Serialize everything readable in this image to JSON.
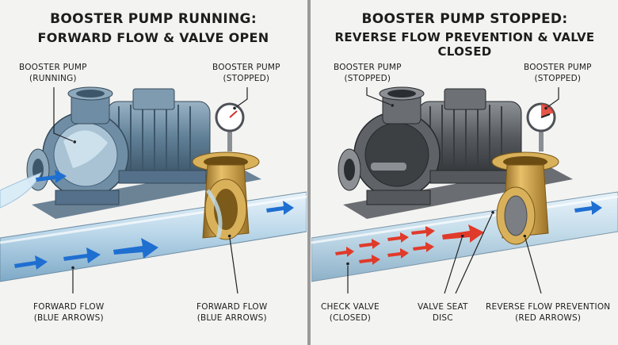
{
  "left": {
    "title_line1": "BOOSTER PUMP RUNNING:",
    "title_line2": "FORWARD FLOW & VALVE OPEN",
    "label_pump_name": "BOOSTER PUMP",
    "label_pump_state": "(RUNNING)",
    "label_gauge_name": "BOOSTER PUMP",
    "label_gauge_state": "(STOPPED)",
    "label_flow_left_1": "FORWARD FLOW",
    "label_flow_left_2": "(BLUE ARROWS)",
    "label_flow_right_1": "FORWARD FLOW",
    "label_flow_right_2": "(BLUE ARROWS)"
  },
  "right": {
    "title_line1": "BOOSTER PUMP STOPPED:",
    "title_line2": "REVERSE FLOW PREVENTION & VALVE CLOSED",
    "label_pump_name": "BOOSTER PUMP",
    "label_pump_state": "(STOPPED)",
    "label_gauge_name": "BOOSTER PUMP",
    "label_gauge_state": "(STOPPED)",
    "label_check_1": "CHECK VALVE",
    "label_check_2": "(CLOSED)",
    "label_seat_1": "VALVE SEAT",
    "label_seat_2": "DISC",
    "label_reverse_1": "REVERSE FLOW PREVENTION",
    "label_reverse_2": "(RED ARROWS)"
  },
  "colors": {
    "forward_arrow": "#1f6fd1",
    "reverse_arrow": "#e03a2a",
    "pump_blue": "#5f7f96",
    "pump_gray": "#5b5f63",
    "brass": "#c79a3a",
    "pipe": "#bcd8ea"
  },
  "icons": [
    "booster-pump-icon",
    "pressure-gauge-icon",
    "check-valve-icon",
    "pipe-icon",
    "flow-arrow-icon"
  ]
}
